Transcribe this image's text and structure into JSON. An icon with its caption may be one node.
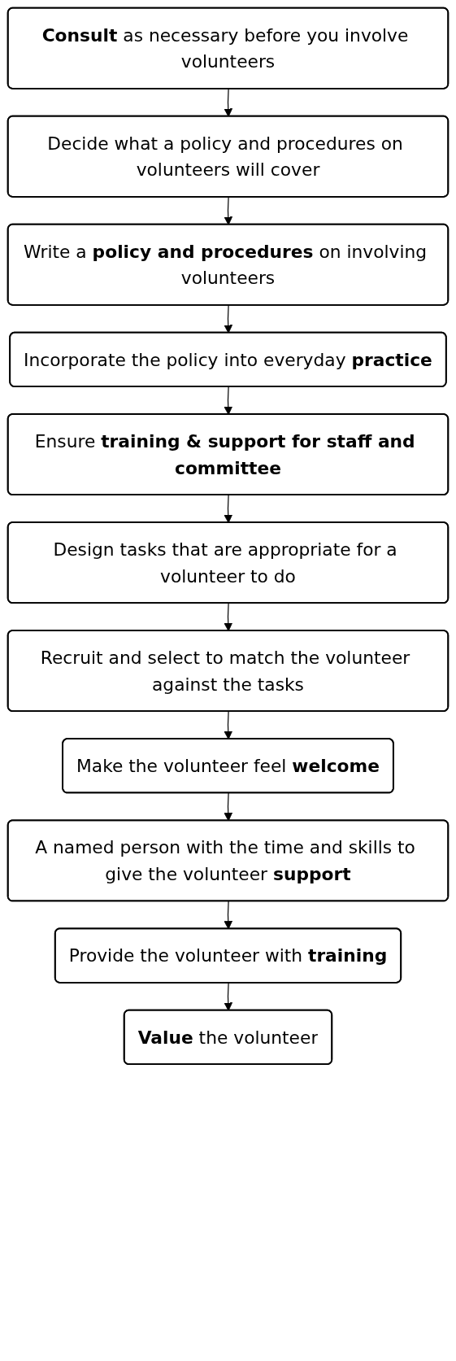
{
  "diagram": {
    "nodes": [
      {
        "text": [
          "**Consult** as necessary before you involve volunteers"
        ]
      },
      {
        "text": [
          "Decide what a policy and procedures on volunteers will cover"
        ]
      },
      {
        "text": [
          "Write a **policy and procedures** on involving volunteers"
        ]
      },
      {
        "text": [
          "Incorporate the policy into everyday **practice**"
        ]
      },
      {
        "text": [
          "Ensure **training & support for staff and committee**"
        ]
      },
      {
        "text": [
          "Design tasks that are appropriate for a volunteer to do"
        ]
      },
      {
        "text": [
          "Recruit and select to match the volunteer against the tasks"
        ]
      },
      {
        "text": [
          "Make the volunteer feel **welcome**"
        ]
      },
      {
        "text": [
          "A named person with the time and skills to give the volunteer **support**"
        ]
      },
      {
        "text": [
          "Provide the volunteer with **training**"
        ]
      },
      {
        "text": [
          "**Value** the volunteer"
        ]
      }
    ],
    "edges": [
      {
        "from": 0,
        "to": 1,
        "arrow": "to"
      },
      {
        "from": 1,
        "to": 2,
        "arrow": "to"
      },
      {
        "from": 2,
        "to": 3,
        "arrow": "to"
      },
      {
        "from": 3,
        "to": 4,
        "arrow": "to"
      },
      {
        "from": 4,
        "to": 5,
        "arrow": "to"
      },
      {
        "from": 5,
        "to": 6,
        "arrow": "to"
      },
      {
        "from": 6,
        "to": 7,
        "arrow": "to"
      },
      {
        "from": 7,
        "to": 8,
        "arrow": "to"
      },
      {
        "from": 8,
        "to": 9,
        "arrow": "to"
      },
      {
        "from": 9,
        "to": 10,
        "arrow": "to"
      }
    ]
  }
}
